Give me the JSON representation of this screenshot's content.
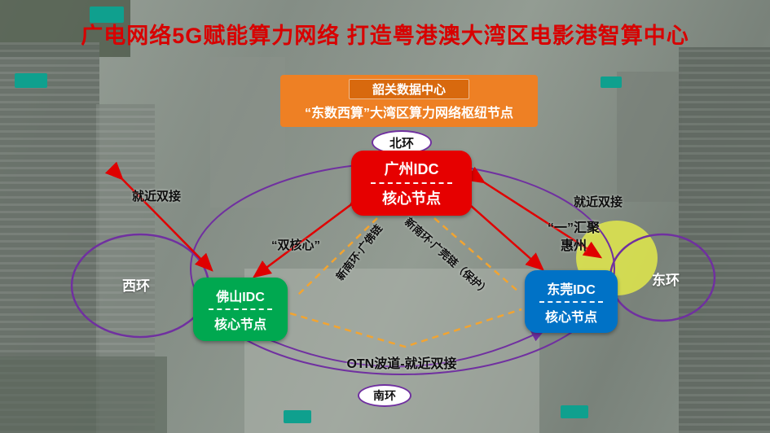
{
  "slide": {
    "title": "广电网络5G赋能算力网络 打造粤港澳大湾区电影港智算中心"
  },
  "banner": {
    "datacenter": "韶关数据中心",
    "subtitle": "“东数西算”大湾区算力网络枢纽节点"
  },
  "nodes": {
    "guangzhou": {
      "name": "广州IDC",
      "role": "核心节点"
    },
    "foshan": {
      "name": "佛山IDC",
      "role": "核心节点"
    },
    "dongguan": {
      "name": "东莞IDC",
      "role": "核心节点"
    }
  },
  "rings": {
    "north": "北环",
    "south": "南环",
    "west": "西环",
    "east": "东环"
  },
  "labels": {
    "access_left": "就近双接",
    "access_right": "就近双接",
    "dual_core": "“双核心”",
    "link_guangfo": "新南环·广佛链",
    "link_guangguan": "新南环·广莞链（保护）",
    "huizhou_line1": "“一”汇聚",
    "huizhou_line2": "惠州",
    "otn": "OTN波道-就近双接"
  },
  "colors": {
    "title_red": "#d80000",
    "banner_orange": "#ee8024",
    "banner_dark_orange": "#d8690e",
    "guangzhou_red": "#e60000",
    "foshan_green": "#00a850",
    "dongguan_blue": "#0072c6",
    "ring_purple": "#7030a0",
    "link_dashed_orange": "#f2a431",
    "red_link": "#e00000",
    "highlight_yellow": "#e2e94b"
  }
}
